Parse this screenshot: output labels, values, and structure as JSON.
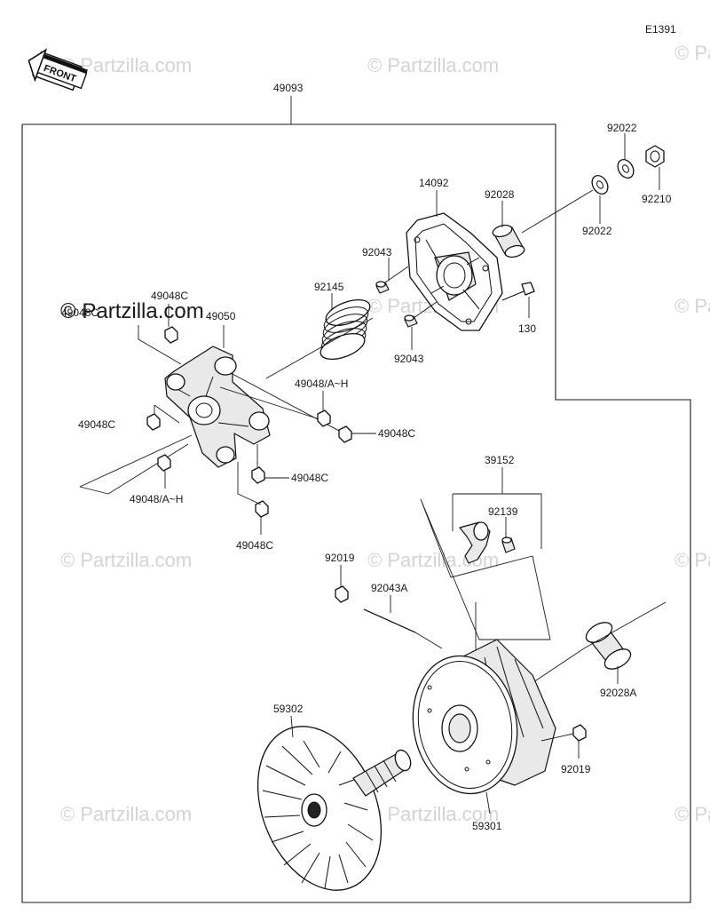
{
  "diagram": {
    "code": "E1391",
    "front_label": "FRONT",
    "watermark": "© Partzilla.com",
    "labels": {
      "assembly": "49093",
      "cover": "14092",
      "bushing_cover": "92028",
      "washer_a": "92022",
      "washer_b": "92022",
      "nut_top": "92210",
      "dowel_a": "92043",
      "dowel_b": "92043",
      "bolt_130": "130",
      "spring": "92145",
      "spider": "49050",
      "weight_c_top": "49048C",
      "weight_c_left_edge": "49048C",
      "weight_c_left": "49048C",
      "weight_ah_left": "49048/A~H",
      "weight_ah_mid": "49048/A~H",
      "weight_c_right": "49048C",
      "weight_c_mid": "49048C",
      "weight_c_bottom": "49048C",
      "roller_set": "39152",
      "pin_roller": "92139",
      "nut_92019_top": "92019",
      "pin_92043a": "92043A",
      "bushing_92028a": "92028A",
      "nut_92019_right": "92019",
      "sheave_fixed": "59302",
      "sheave_movable": "59301"
    }
  }
}
